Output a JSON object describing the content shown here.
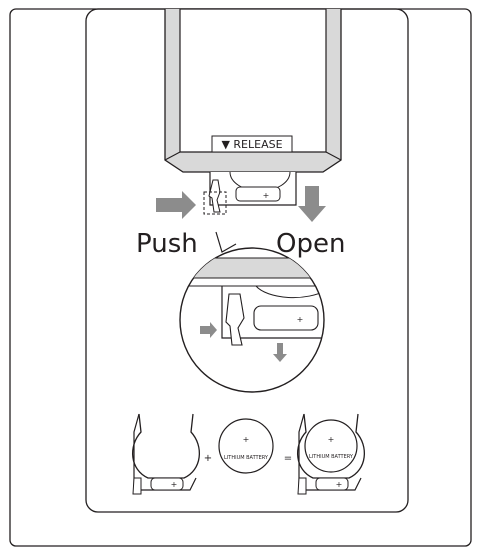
{
  "labels": {
    "release": "▼ RELEASE",
    "push": "Push",
    "open": "Open",
    "battery_plus": "+",
    "battery_text": "LITHIUM BATTERY",
    "op_plus": "+",
    "op_equals": "="
  },
  "icons": {
    "push_arrow": "arrow-right-icon",
    "open_arrow": "arrow-down-icon"
  },
  "colors": {
    "line": "#231f20",
    "arrow_gray": "#8c8c8c",
    "remote_gray": "#d9d9d9"
  }
}
